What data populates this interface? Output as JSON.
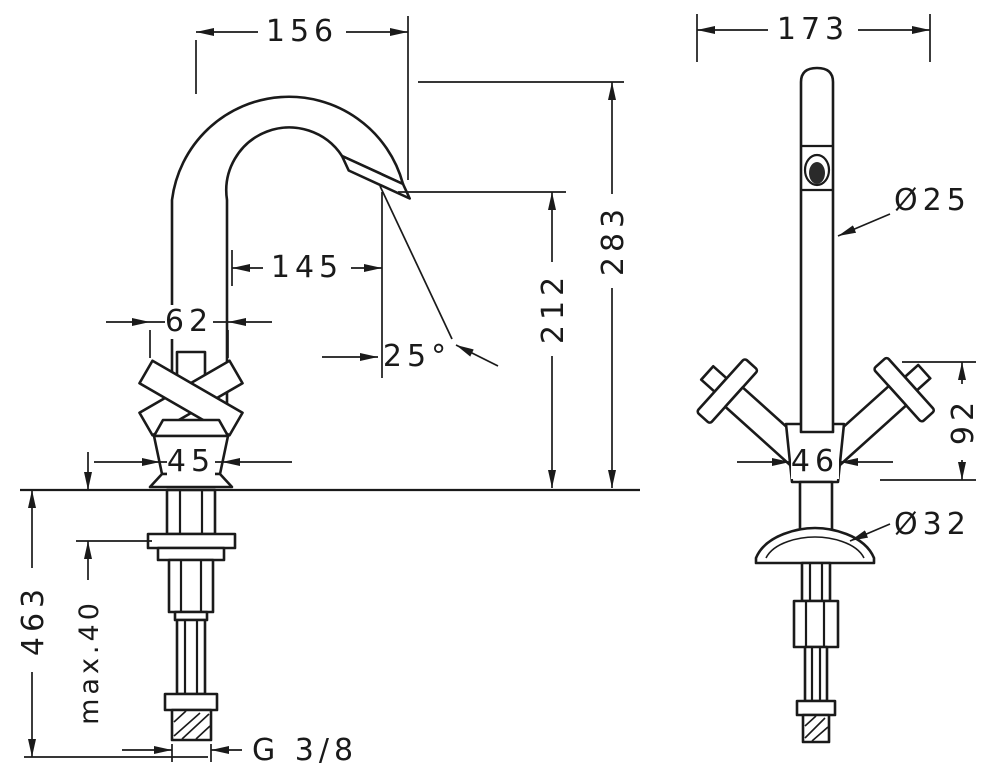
{
  "page": {
    "background": "#ffffff",
    "line_color": "#1a1a1a",
    "content": "faucet technical dimension drawing, two views"
  },
  "left_view": {
    "name": "side view",
    "dims": {
      "spout_reach": "156",
      "total_height": "283",
      "outlet_height": "212",
      "outlet_reach": "145",
      "handle_width": "62",
      "spout_angle": "25°",
      "body_base_width": "45",
      "below_deck_length": "463",
      "max_deck_thickness": "max.40",
      "connection_thread": "G 3/8"
    }
  },
  "right_view": {
    "name": "front view",
    "dims": {
      "overall_width": "173",
      "spout_diameter": "Ø25",
      "handle_height": "92",
      "body_width": "46",
      "base_diameter": "Ø32"
    }
  }
}
